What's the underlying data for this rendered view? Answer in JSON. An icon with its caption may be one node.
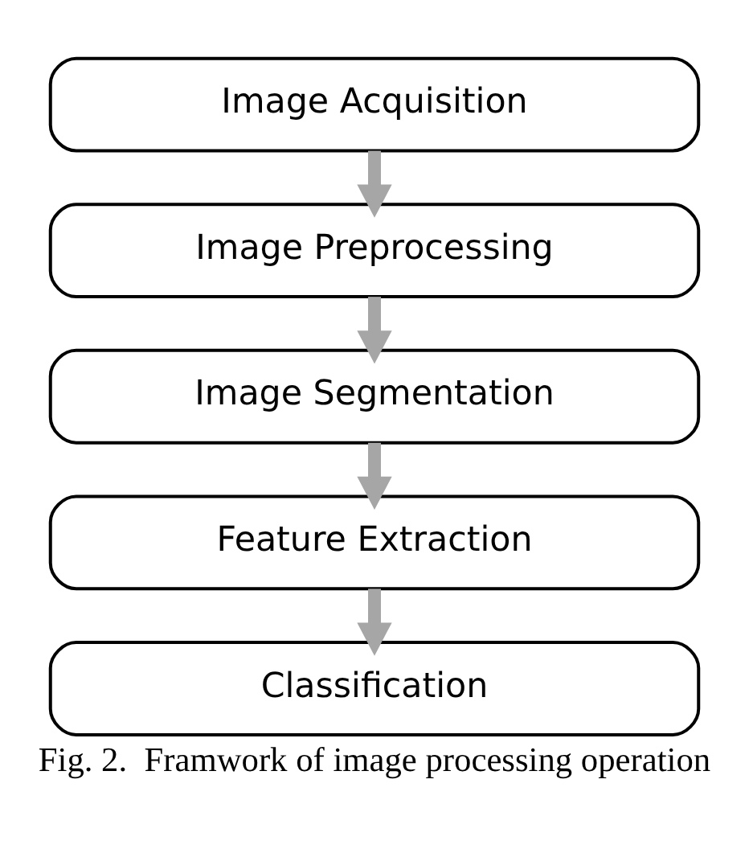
{
  "diagram": {
    "caption": "Fig. 2.  Framwork of image processing operation",
    "nodes": [
      {
        "text": [
          "Image Acquisition"
        ]
      },
      {
        "text": [
          "Image Preprocessing"
        ]
      },
      {
        "text": [
          "Image Segmentation"
        ]
      },
      {
        "text": [
          "Feature Extraction"
        ]
      },
      {
        "text": [
          "Classification"
        ]
      }
    ],
    "edges": [
      {
        "from": 0,
        "to": 1,
        "arrow": "to"
      },
      {
        "from": 1,
        "to": 2,
        "arrow": "to"
      },
      {
        "from": 2,
        "to": 3,
        "arrow": "to"
      },
      {
        "from": 3,
        "to": 4,
        "arrow": "to"
      }
    ]
  }
}
